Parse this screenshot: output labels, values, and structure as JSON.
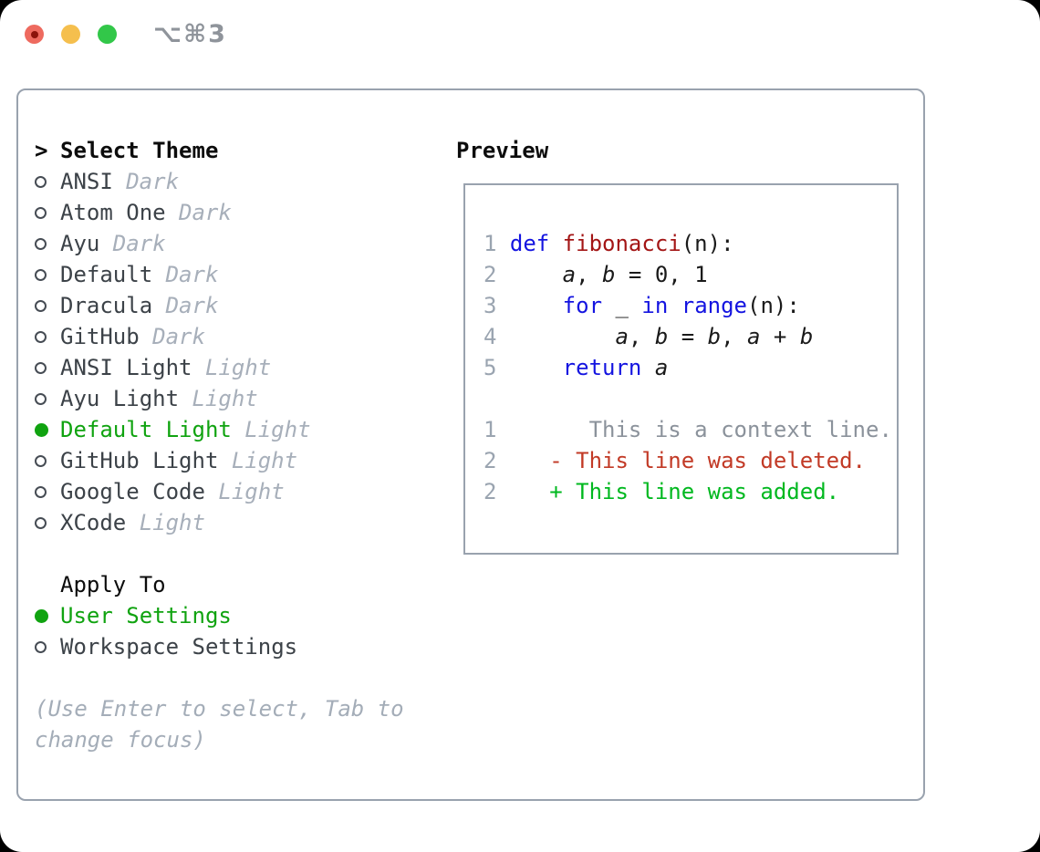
{
  "window": {
    "hotkey": "⌥⌘3",
    "traffic_lights": [
      "close",
      "minimize",
      "zoom"
    ]
  },
  "theme_panel": {
    "cursor": ">",
    "title": "Select Theme",
    "themes": [
      {
        "name": "ANSI",
        "tag": "Dark",
        "selected": false
      },
      {
        "name": "Atom One",
        "tag": "Dark",
        "selected": false
      },
      {
        "name": "Ayu",
        "tag": "Dark",
        "selected": false
      },
      {
        "name": "Default",
        "tag": "Dark",
        "selected": false
      },
      {
        "name": "Dracula",
        "tag": "Dark",
        "selected": false
      },
      {
        "name": "GitHub",
        "tag": "Dark",
        "selected": false
      },
      {
        "name": "ANSI Light",
        "tag": "Light",
        "selected": false
      },
      {
        "name": "Ayu Light",
        "tag": "Light",
        "selected": false
      },
      {
        "name": "Default Light",
        "tag": "Light",
        "selected": true
      },
      {
        "name": "GitHub Light",
        "tag": "Light",
        "selected": false
      },
      {
        "name": "Google Code",
        "tag": "Light",
        "selected": false
      },
      {
        "name": "XCode",
        "tag": "Light",
        "selected": false
      }
    ],
    "apply_to": {
      "title": "Apply To",
      "options": [
        {
          "label": "User Settings",
          "selected": true
        },
        {
          "label": "Workspace Settings",
          "selected": false
        }
      ]
    },
    "hint": "(Use Enter to select, Tab to change focus)"
  },
  "preview": {
    "title": "Preview",
    "code_lines": [
      {
        "num": "1",
        "segments": [
          {
            "text": "def ",
            "style": "keyword"
          },
          {
            "text": "fibonacci",
            "style": "function"
          },
          {
            "text": "(n):",
            "style": "plain"
          }
        ]
      },
      {
        "num": "2",
        "segments": [
          {
            "text": "    ",
            "style": "plain"
          },
          {
            "text": "a",
            "style": "variable"
          },
          {
            "text": ", ",
            "style": "plain"
          },
          {
            "text": "b",
            "style": "variable"
          },
          {
            "text": " = 0, 1",
            "style": "plain"
          }
        ]
      },
      {
        "num": "3",
        "segments": [
          {
            "text": "    ",
            "style": "plain"
          },
          {
            "text": "for",
            "style": "keyword"
          },
          {
            "text": " _ ",
            "style": "plain"
          },
          {
            "text": "in",
            "style": "keyword"
          },
          {
            "text": " ",
            "style": "plain"
          },
          {
            "text": "range",
            "style": "keyword"
          },
          {
            "text": "(n):",
            "style": "plain"
          }
        ]
      },
      {
        "num": "4",
        "segments": [
          {
            "text": "        ",
            "style": "plain"
          },
          {
            "text": "a",
            "style": "variable"
          },
          {
            "text": ", ",
            "style": "plain"
          },
          {
            "text": "b",
            "style": "variable"
          },
          {
            "text": " = ",
            "style": "plain"
          },
          {
            "text": "b",
            "style": "variable"
          },
          {
            "text": ", ",
            "style": "plain"
          },
          {
            "text": "a",
            "style": "variable"
          },
          {
            "text": " + ",
            "style": "plain"
          },
          {
            "text": "b",
            "style": "variable"
          }
        ]
      },
      {
        "num": "5",
        "segments": [
          {
            "text": "    ",
            "style": "plain"
          },
          {
            "text": "return",
            "style": "keyword"
          },
          {
            "text": " ",
            "style": "plain"
          },
          {
            "text": "a",
            "style": "variable"
          }
        ]
      },
      {
        "num": "",
        "segments": []
      },
      {
        "num": "1",
        "segments": [
          {
            "text": "      This is a context line.",
            "style": "context"
          }
        ]
      },
      {
        "num": "2",
        "segments": [
          {
            "text": "   - This line was deleted.",
            "style": "deleted"
          }
        ]
      },
      {
        "num": "2",
        "segments": [
          {
            "text": "   + This line was added.",
            "style": "added"
          }
        ]
      }
    ]
  },
  "colors": {
    "accent-green": "#10a310",
    "added-green": "#00b81f",
    "deleted-red": "#c23a26",
    "keyword-blue": "#1414e0",
    "function-red": "#a31515",
    "text-dark": "#3c4248",
    "heading-black": "#0c0c0c",
    "muted-gray": "#a7afba",
    "hint-gray": "#a4adb8",
    "linenum-gray": "#9aa4b0",
    "context-gray": "#8b929b",
    "border-gray": "#99a2ae",
    "traffic-red": "#ee6a5f",
    "traffic-red-dot": "#8c130b",
    "traffic-yellow": "#f5bf4e",
    "traffic-green": "#32c749",
    "hotkey-gray": "#8f949b",
    "window-bg": "#ffffff",
    "outside-bg": "#000000"
  }
}
